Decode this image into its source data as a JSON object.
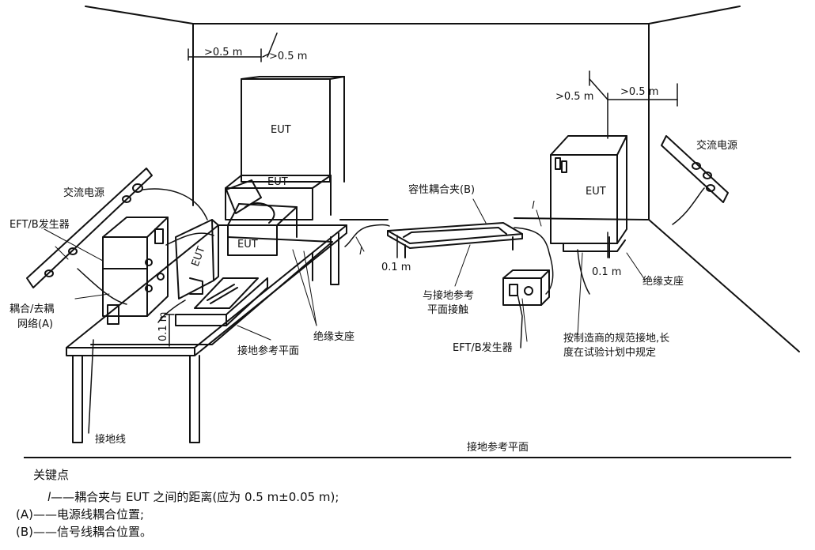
{
  "labels": {
    "dim_top_left_a": ">0.5 m",
    "dim_top_left_b": ">0.5 m",
    "dim_top_right_a": ">0.5 m",
    "dim_top_right_b": ">0.5 m",
    "eut_tower": "EUT",
    "eut_middle": "EUT",
    "eut_box": "EUT",
    "eut_monitor": "EUT",
    "eut_right": "EUT",
    "ac_power_left": "交流电源",
    "ac_power_right": "交流电源",
    "eft_generator_left": "EFT/B发生器",
    "eft_generator_right": "EFT/B发生器",
    "coupling_network": "耦合/去耦",
    "coupling_network_2": "网络(A)",
    "capacitive_clamp": "容性耦合夹(B)",
    "height_left": "0.1 m",
    "height_clamp": "0.1 m",
    "height_right": "0.1 m",
    "ground_plane_table": "接地参考平面",
    "ground_plane_floor": "接地参考平面",
    "insulating_support_mid": "绝缘支座",
    "insulating_support_right": "绝缘支座",
    "contact_ground_1": "与接地参考",
    "contact_ground_2": "平面接触",
    "ground_wire": "接地线",
    "manufacturer_ground_1": "按制造商的规范接地,长",
    "manufacturer_ground_2": "度在试验计划中规定",
    "l_left": "l",
    "l_right": "l"
  },
  "legend": {
    "title": "关键点",
    "items": [
      {
        "key": "l——",
        "text": "耦合夹与 EUT 之间的距离(应为 0.5 m±0.05 m);"
      },
      {
        "key": "(A)——",
        "text": "电源线耦合位置;"
      },
      {
        "key": "(B)——",
        "text": "信号线耦合位置。"
      }
    ]
  }
}
